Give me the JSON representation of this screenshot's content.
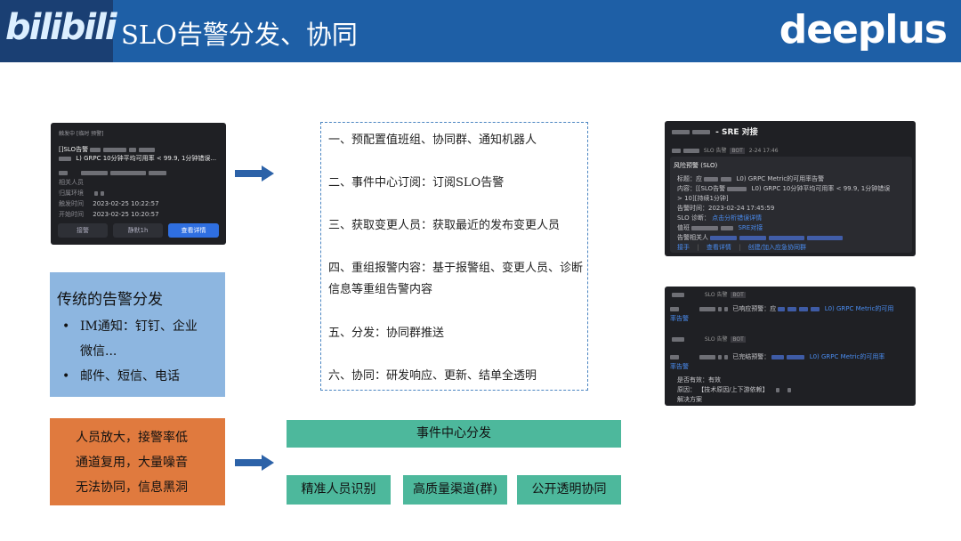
{
  "header": {
    "logo_text": "bilibili",
    "title": "SLO告警分发、协同",
    "brand": "deeplus"
  },
  "panel_left": {
    "tag": "触发中 [临时 预警]",
    "title_line1": "[]SLO告警",
    "title_line2": "L) GRPC 10分钟平均可用率 < 99.9, 1分钟错误...",
    "field_owner": "相关人员",
    "field_env": "归属环境",
    "field_trigger": "触发时间",
    "trigger_time": "2023-02-25 10:22:57",
    "field_start": "开始时间",
    "start_time": "2023-02-25 10:20:57",
    "btn_ack": "接警",
    "btn_silence": "静默1h",
    "btn_detail": "查看详情"
  },
  "blue_box": {
    "title": "传统的告警分发",
    "item1_line1": "IM通知：钉钉、企业",
    "item1_line2": "微信...",
    "item2": "邮件、短信、电话"
  },
  "orange_box": {
    "line1": "人员放大，接警率低",
    "line2": "通道复用，大量噪音",
    "line3": "无法协同，信息黑洞"
  },
  "steps": [
    "一、预配置值班组、协同群、通知机器人",
    "二、事件中心订阅：订阅SLO告警",
    "三、获取变更人员：获取最近的发布变更人员",
    "四、重组报警内容：基于报警组、变更人员、诊断信息等重组告警内容",
    "五、分发：协同群推送",
    "六、协同：研发响应、更新、结单全透明"
  ],
  "teal": {
    "top": "事件中心分发",
    "b1": "精准人员识别",
    "b2": "高质量渠道(群)",
    "b3": "公开透明协同"
  },
  "panel_right_top": {
    "group_name": "- SRE 对接",
    "bot_label": "SLO 告警",
    "bot_badge": "BOT",
    "bot_time": "2-24 17:46",
    "card_title": "风险预警 (SLO)",
    "line_title_k": "标题：应",
    "line_title_v": "L0) GRPC Metric的可用率告警",
    "line_content_k": "内容：[[SLO告警",
    "line_content_v": "L0) GRPC 10分钟平均可用率 < 99.9, 1分钟错误",
    "line_content_v2": "> 10][持续1分钟]",
    "line_time": "告警时间：2023-02-24 17:45:59",
    "line_diag_k": "SLO 诊断：",
    "line_diag_v": "点击分析错误详情",
    "line_duty_k": "值班",
    "line_duty_v": "SRE对接",
    "line_rel": "告警相关人",
    "act1": "接手",
    "act2": "查看详情",
    "act3": "创建/加入应急协同群"
  },
  "panel_right_bottom": {
    "bot_label1": "SLO 告警",
    "bot_badge": "BOT",
    "msg1_k": "已响应预警：应",
    "msg1_v": "L0) GRPC Metric的可用",
    "msg1_v2": "率告警",
    "bot_label2": "SLO 告警",
    "msg2_k": "已完结预警：",
    "msg2_v": "L0) GRPC Metric的可用率",
    "msg2_v2": "率告警",
    "valid": "是否有效：有效",
    "reason_k": "原因：",
    "reason_v": "【技术原因/上下游依赖】",
    "solution": "解决方案"
  }
}
